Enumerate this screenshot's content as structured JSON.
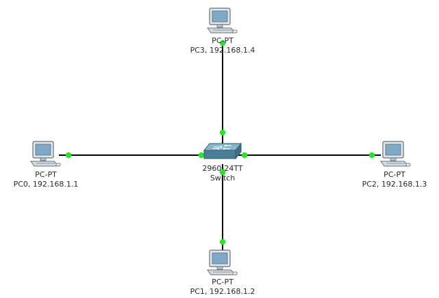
{
  "topology": {
    "colors": {
      "link": "#000000",
      "port_up": "#23e823",
      "pc_body": "#e3e6ea",
      "pc_screen": "#7fa9c4",
      "switch_top": "#8ab6cc",
      "switch_side": "#3d6f88"
    },
    "devices": [
      {
        "id": "pc3",
        "icon": "pc-icon",
        "model": "PC-PT",
        "caption": "PC3, 192.168.1.4"
      },
      {
        "id": "pc0",
        "icon": "pc-icon",
        "model": "PC-PT",
        "caption": "PC0, 192.168.1.1"
      },
      {
        "id": "pc2",
        "icon": "pc-icon",
        "model": "PC-PT",
        "caption": "PC2, 192.168.1.3"
      },
      {
        "id": "pc1",
        "icon": "pc-icon",
        "model": "PC-PT",
        "caption": "PC1, 192.168.1.2"
      },
      {
        "id": "switch",
        "icon": "switch-icon",
        "model": "2960-24TT",
        "caption": "Switch"
      }
    ],
    "links": [
      {
        "from": "switch",
        "to": "pc3",
        "status": "up"
      },
      {
        "from": "switch",
        "to": "pc0",
        "status": "up"
      },
      {
        "from": "switch",
        "to": "pc2",
        "status": "up"
      },
      {
        "from": "switch",
        "to": "pc1",
        "status": "up"
      }
    ]
  }
}
